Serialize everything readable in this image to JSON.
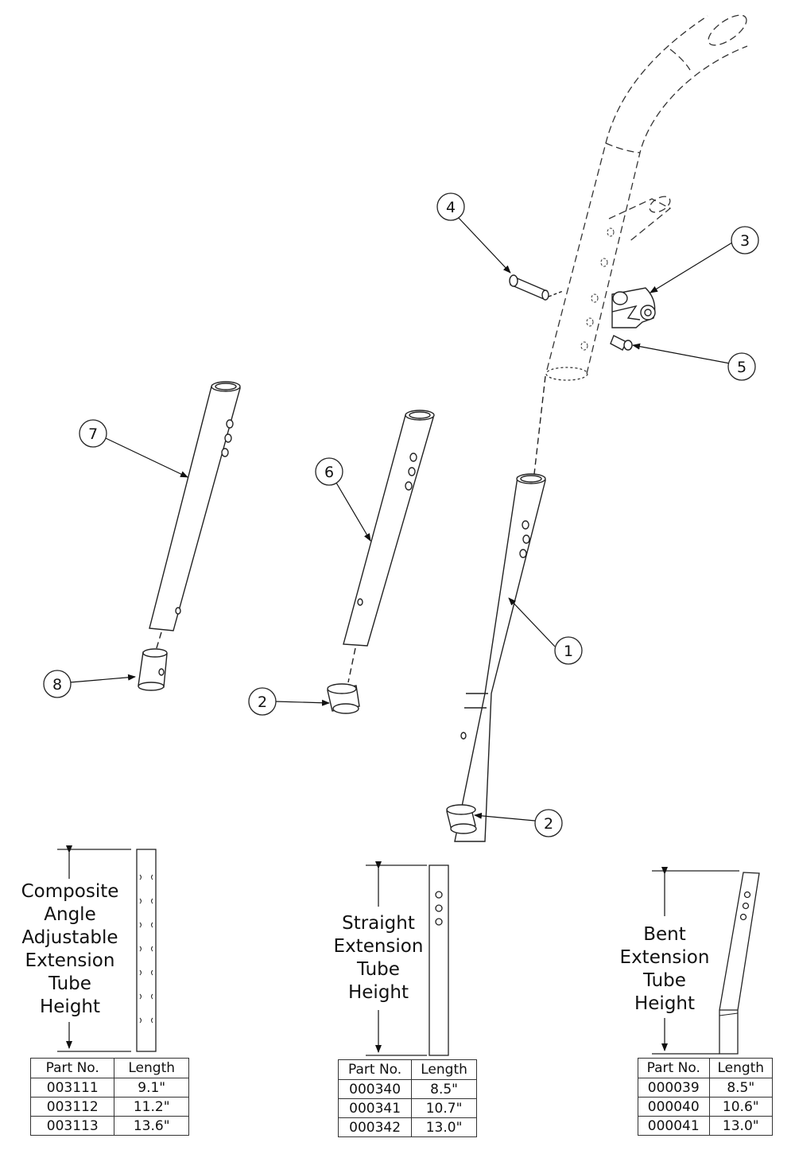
{
  "callouts": [
    "1",
    "2",
    "3",
    "4",
    "5",
    "6",
    "7",
    "8"
  ],
  "dimension_labels": {
    "composite": [
      "Composite",
      "Angle",
      "Adjustable",
      "Extension",
      "Tube",
      "Height"
    ],
    "straight": [
      "Straight",
      "Extension",
      "Tube",
      "Height"
    ],
    "bent": [
      "Bent",
      "Extension",
      "Tube",
      "Height"
    ]
  },
  "tables": {
    "composite": {
      "headers": [
        "Part No.",
        "Length"
      ],
      "rows": [
        [
          "003111",
          "9.1\""
        ],
        [
          "003112",
          "11.2\""
        ],
        [
          "003113",
          "13.6\""
        ]
      ]
    },
    "straight": {
      "headers": [
        "Part No.",
        "Length"
      ],
      "rows": [
        [
          "000340",
          "8.5\""
        ],
        [
          "000341",
          "10.7\""
        ],
        [
          "000342",
          "13.0\""
        ]
      ]
    },
    "bent": {
      "headers": [
        "Part No.",
        "Length"
      ],
      "rows": [
        [
          "000039",
          "8.5\""
        ],
        [
          "000040",
          "10.6\""
        ],
        [
          "000041",
          "13.0\""
        ]
      ]
    }
  }
}
